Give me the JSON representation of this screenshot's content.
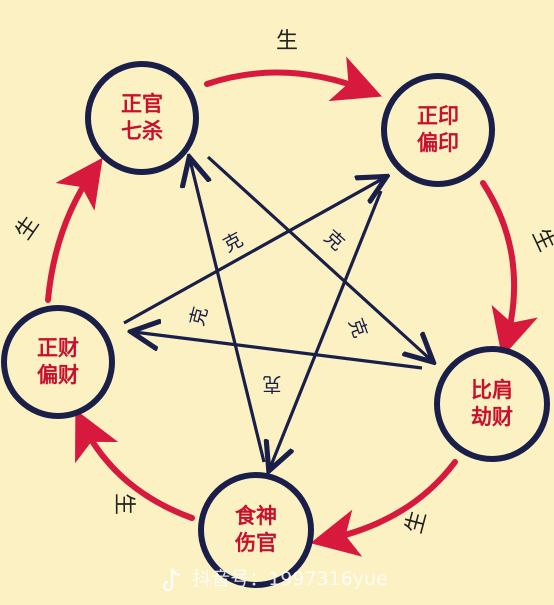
{
  "nodes": [
    {
      "id": "guan",
      "line1": "正官",
      "line2": "七杀"
    },
    {
      "id": "yin",
      "line1": "正印",
      "line2": "偏印"
    },
    {
      "id": "bi",
      "line1": "比肩",
      "line2": "劫财"
    },
    {
      "id": "shi",
      "line1": "食神",
      "line2": "伤官"
    },
    {
      "id": "cai",
      "line1": "正财",
      "line2": "偏财"
    }
  ],
  "generate_label": "生",
  "control_label": "克",
  "watermark": "抖音号：1997316yue",
  "colors": {
    "background": "#fbf1c2",
    "node_border": "#1a1f4a",
    "node_text": "#c8102e",
    "generate_arrow": "#d6193c",
    "control_arrow": "#1a1f4a"
  }
}
